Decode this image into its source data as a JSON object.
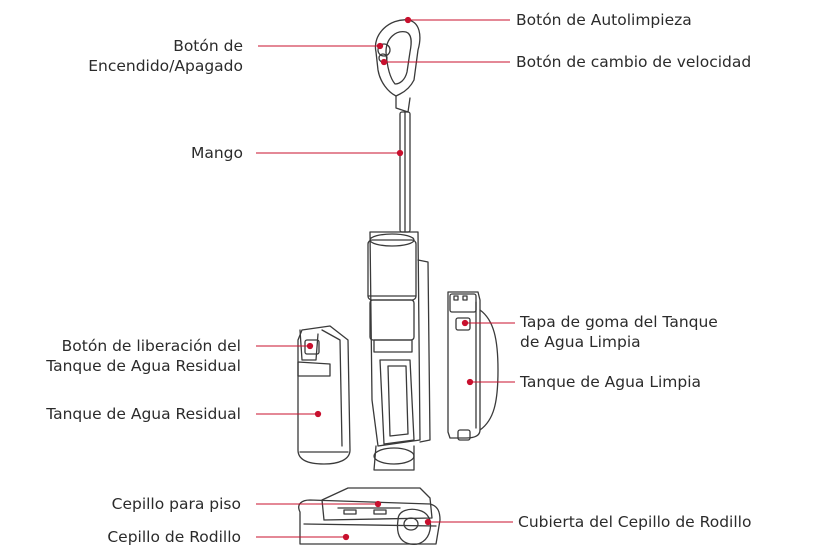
{
  "colors": {
    "callout": "#c8102e",
    "outline": "#3a3a3a",
    "text": "#2b2b2b"
  },
  "labels": {
    "self_clean_button": "Botón de Autolimpieza",
    "power_button_line1": "Botón de",
    "power_button_line2": "Encendido/Apagado",
    "speed_button": "Botón de cambio de velocidad",
    "handle": "Mango",
    "clean_tank_cap_line1": "Tapa de goma del Tanque",
    "clean_tank_cap_line2": "de Agua Limpia",
    "clean_tank": "Tanque de Agua Limpia",
    "dirty_tank_release_line1": "Botón de liberación del",
    "dirty_tank_release_line2": "Tanque de Agua Residual",
    "dirty_tank": "Tanque de Agua Residual",
    "floor_brush": "Cepillo para piso",
    "roller_brush": "Cepillo de Rodillo",
    "roller_cover": "Cubierta del Cepillo de Rodillo"
  }
}
